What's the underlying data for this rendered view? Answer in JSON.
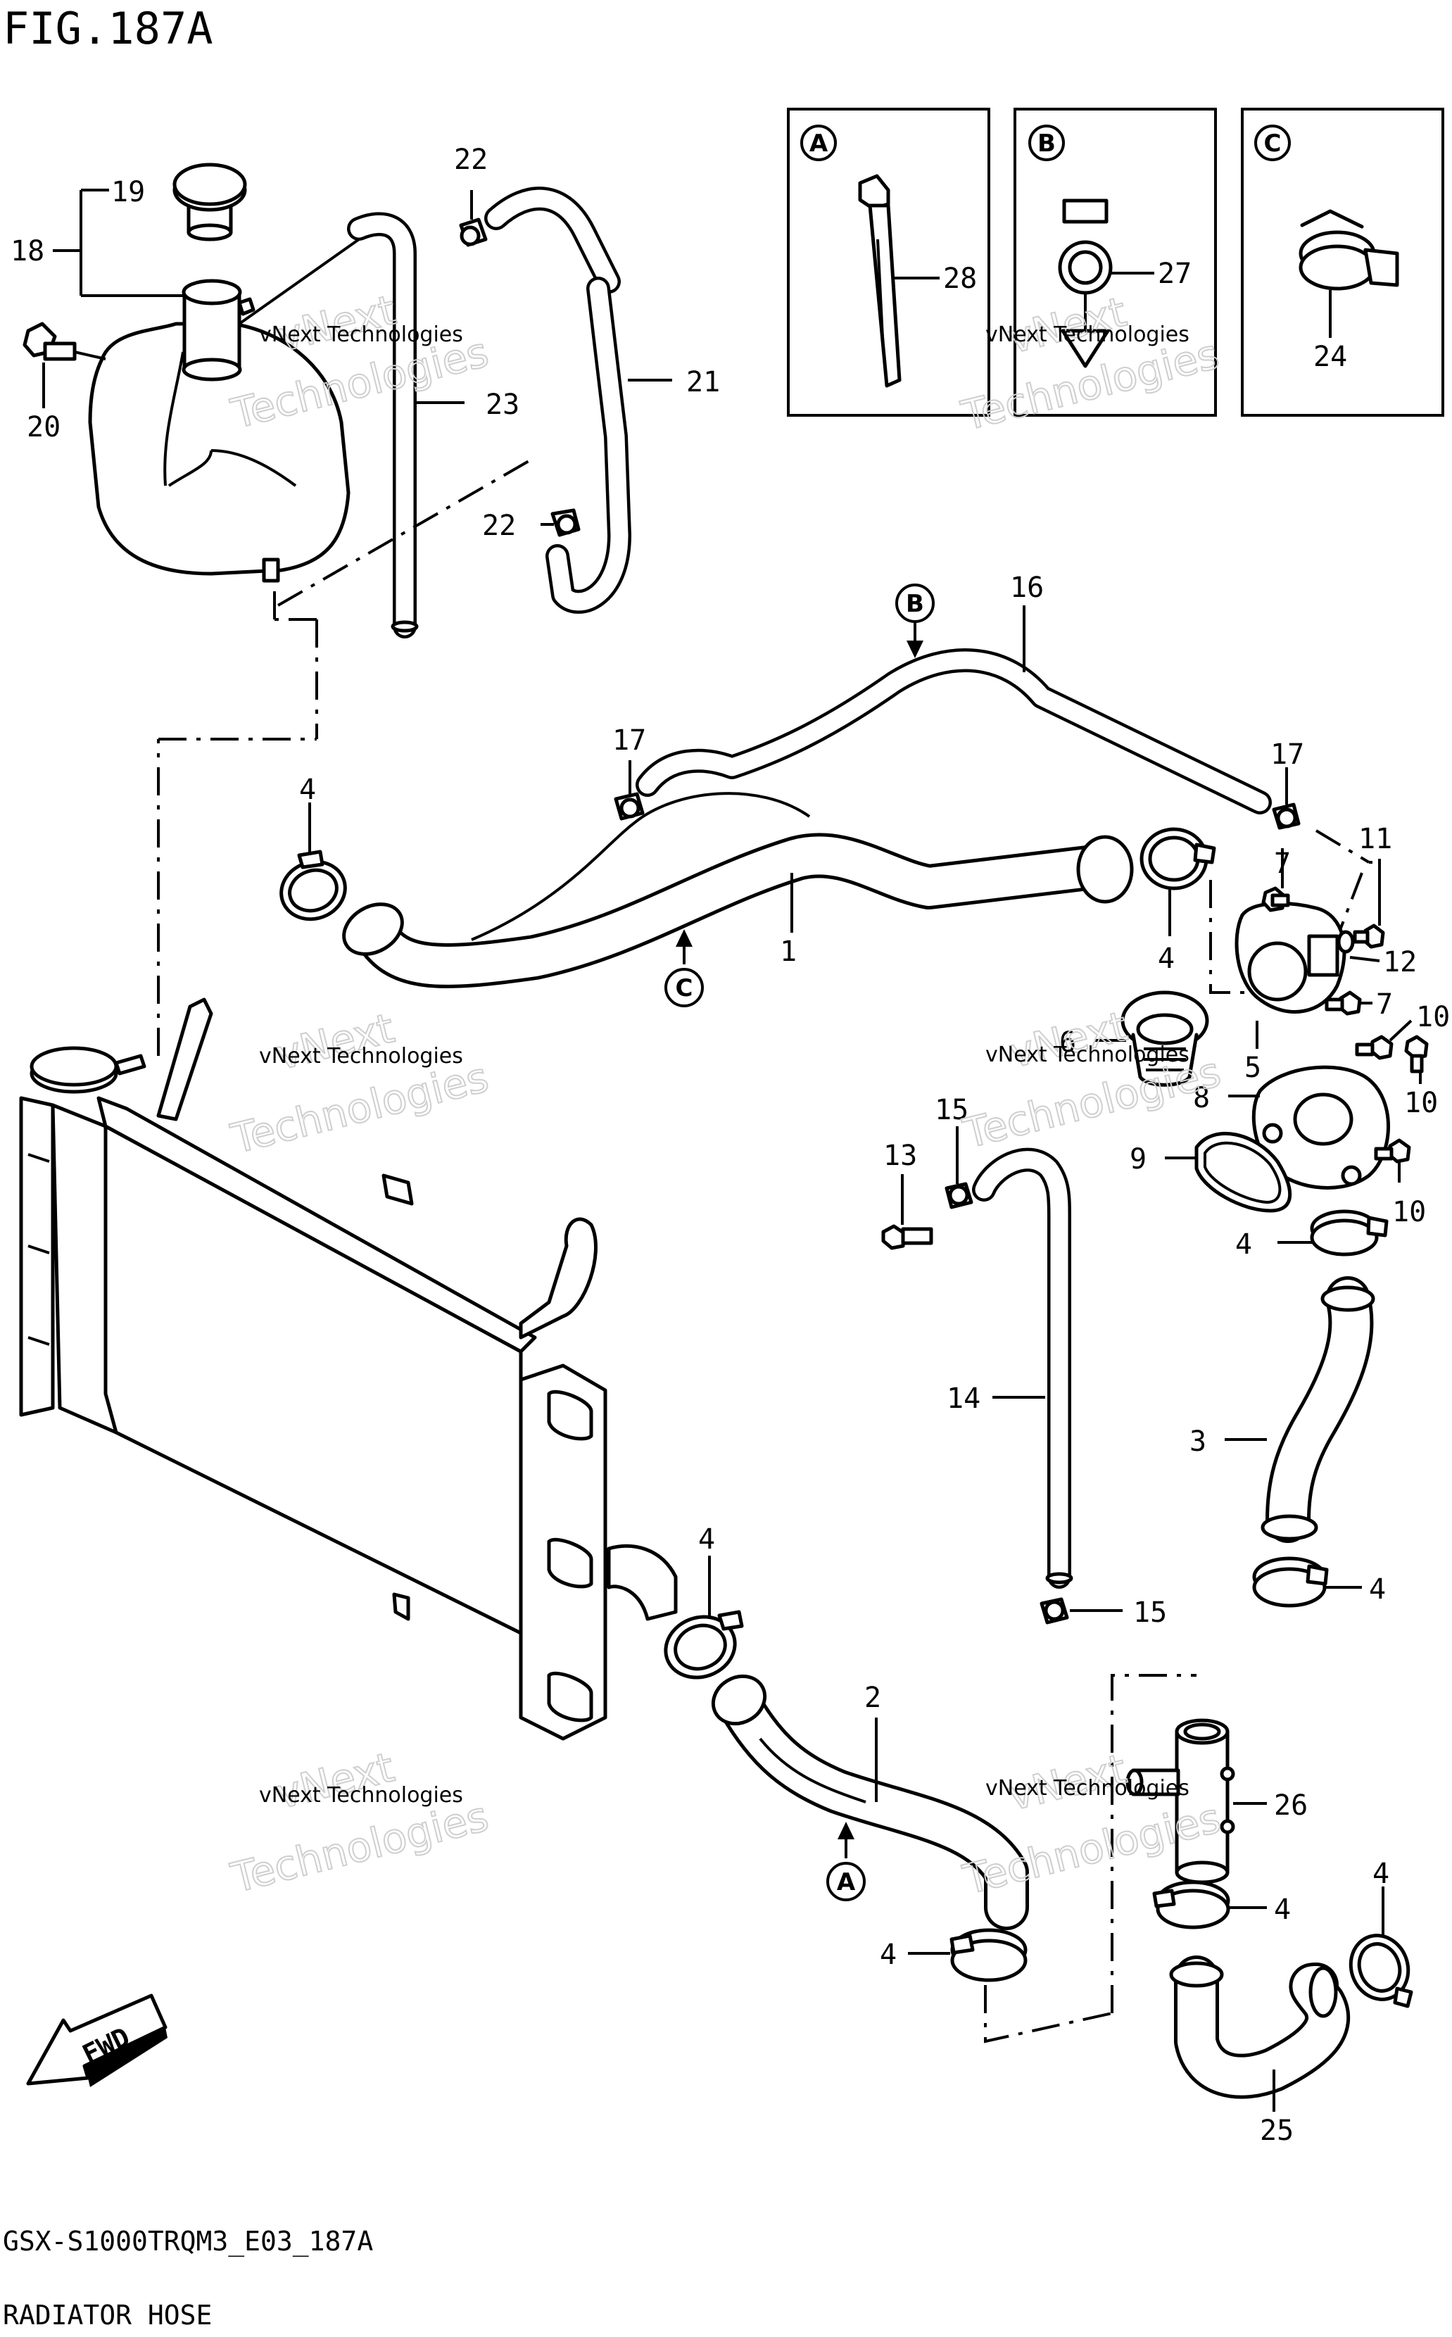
{
  "figure": {
    "title": "FIG.187A",
    "code": "GSX-S1000TRQM3_E03_187A",
    "caption": "RADIATOR HOSE",
    "direction_label": "FWD"
  },
  "watermark": {
    "company": "vNext Technologies",
    "word": "Technologies",
    "brand": "vNext"
  },
  "reference_boxes": [
    {
      "letter": "A",
      "part": "28"
    },
    {
      "letter": "B",
      "part": "27"
    },
    {
      "letter": "C",
      "part": "24"
    }
  ],
  "callouts": [
    "1",
    "2",
    "3",
    "4",
    "5",
    "6",
    "7",
    "8",
    "9",
    "10",
    "11",
    "12",
    "13",
    "14",
    "15",
    "16",
    "17",
    "18",
    "19",
    "20",
    "21",
    "22",
    "23",
    "24",
    "25",
    "26",
    "27",
    "28"
  ],
  "diagram_refs": [
    "A",
    "B",
    "C"
  ]
}
